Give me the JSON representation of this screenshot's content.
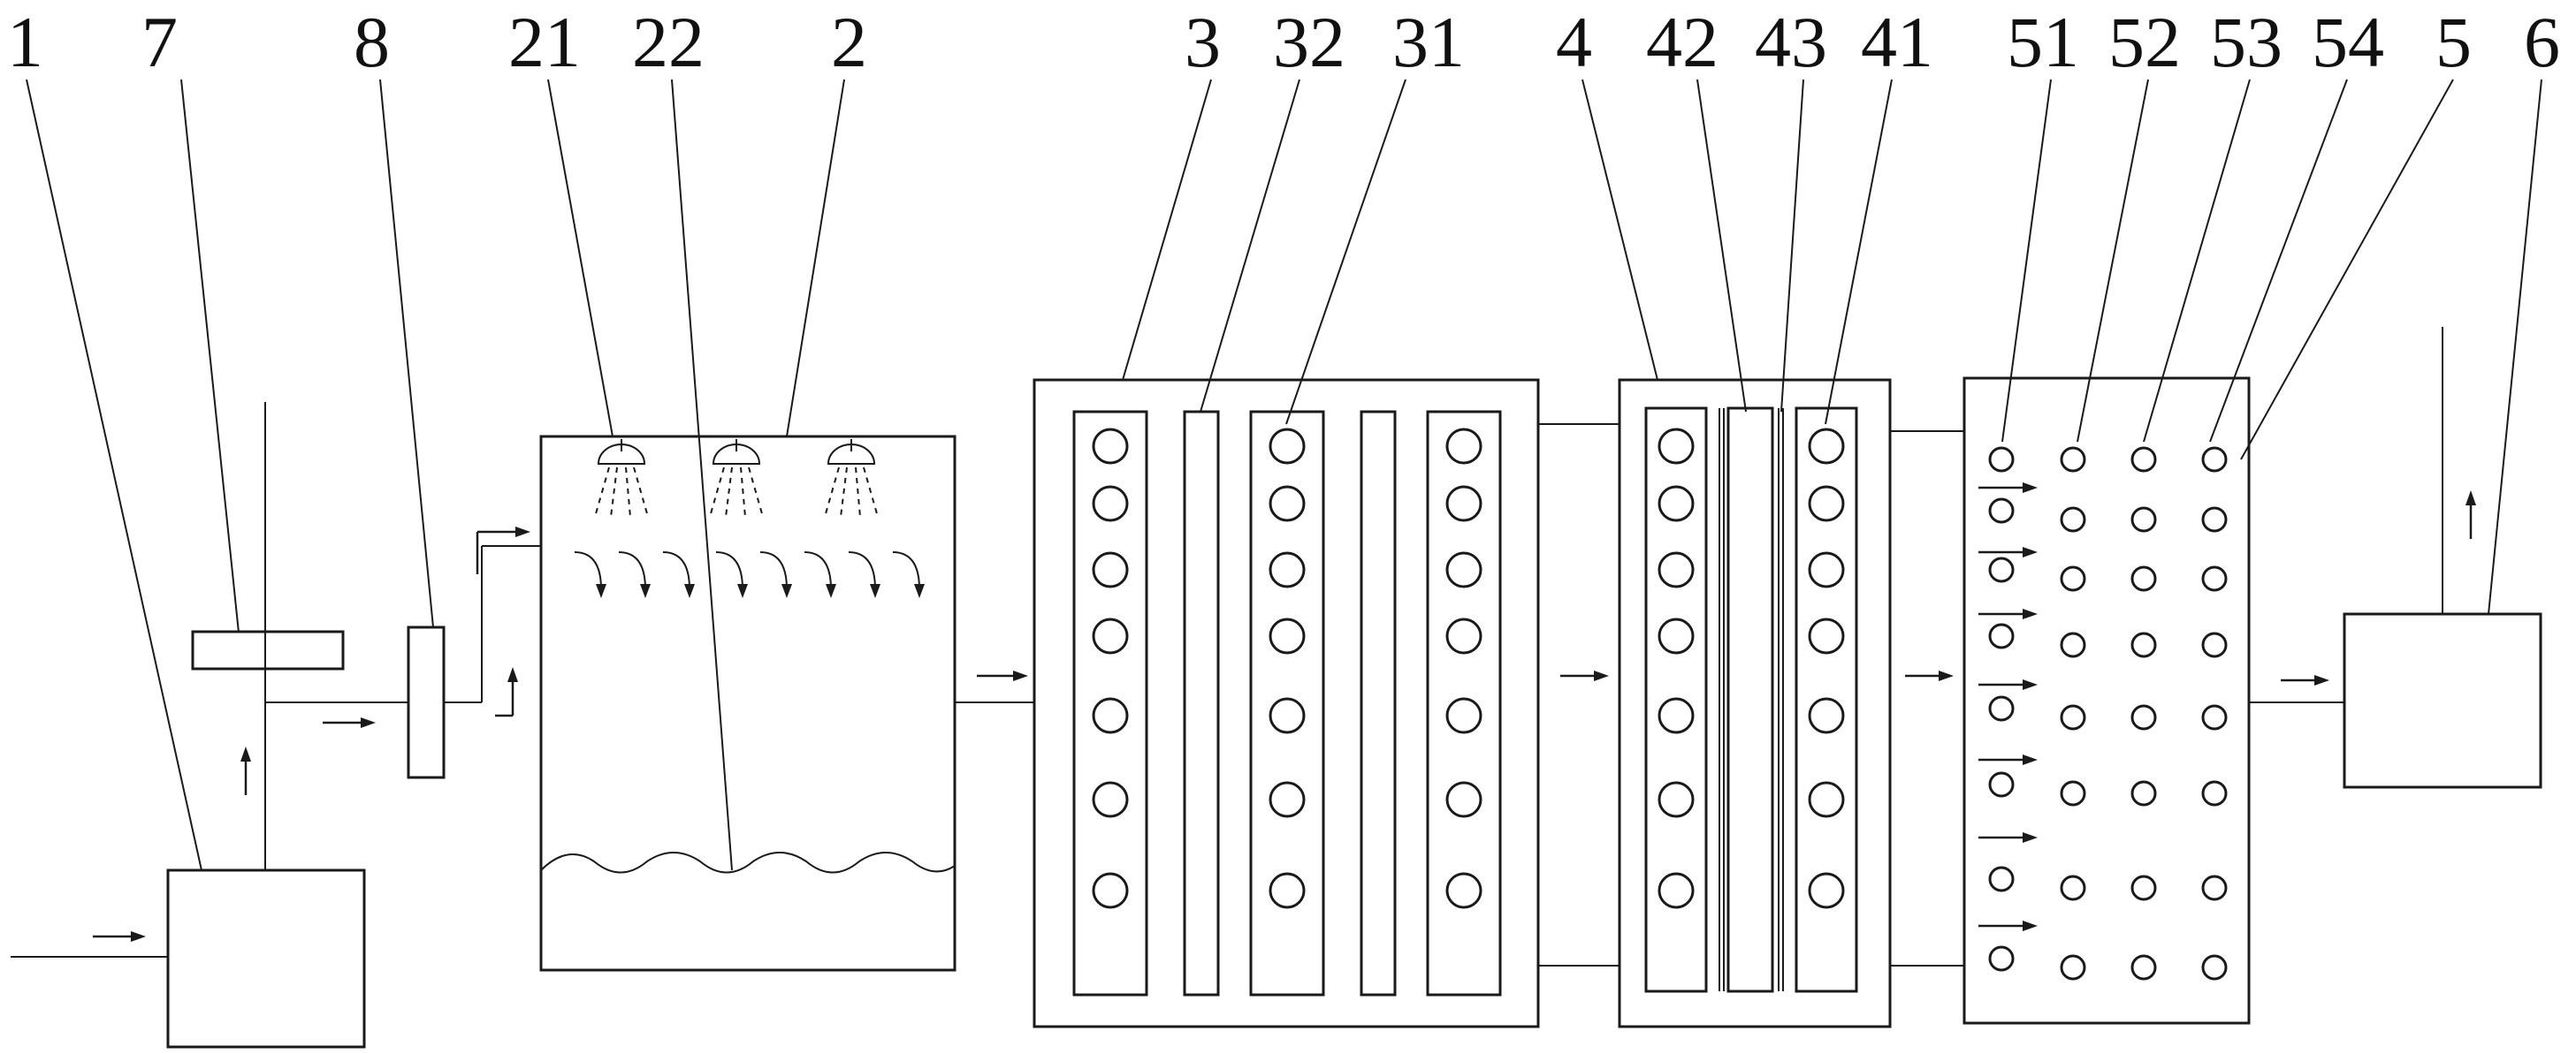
{
  "labels": {
    "l1": "1",
    "l7": "7",
    "l8": "8",
    "l21": "21",
    "l22": "22",
    "l2": "2",
    "l3": "3",
    "l32": "32",
    "l31": "31",
    "l4": "4",
    "l42": "42",
    "l43": "43",
    "l41": "41",
    "l51": "51",
    "l52": "52",
    "l53": "53",
    "l54": "54",
    "l5": "5",
    "l6": "6"
  },
  "colors": {
    "line": "#1a1a1a",
    "background": "#ffffff"
  },
  "icons": {
    "nozzle": "spray-nozzle-icon",
    "flow": "flow-arrow-icon",
    "hole": "circle-hole-icon"
  }
}
